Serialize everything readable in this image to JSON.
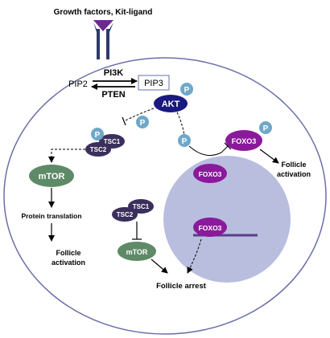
{
  "labels": {
    "growth_factors": "Growth factors, Kit-ligand",
    "pi3k": "PI3K",
    "pten": "PTEN",
    "pip2": "PIP2",
    "pip3": "PIP3",
    "akt": "AKT",
    "p": "P",
    "tsc1": "TSC1",
    "tsc2": "TSC2",
    "mtor": "mTOR",
    "protein_translation": "Protein translation",
    "follicle_activation_left_1": "Follicle",
    "follicle_activation_left_2": "activation",
    "follicle_activation_right_1": "Follicle",
    "follicle_activation_right_2": "activation",
    "foxo3": "FOXO3",
    "follicle_arrest": "Follicle arrest"
  },
  "colors": {
    "cell_fill": "#ffffff",
    "cell_stroke": "#6a6fa8",
    "nucleus": "#b9bedf",
    "receptor": "#2d3a6b",
    "receptor_ligand": "#6b2a8c",
    "akt": "#1a1980",
    "phospho": "#6fa8c8",
    "tsc": "#3b2f5c",
    "mtor": "#5e8a67",
    "foxo3": "#8a1a9b",
    "dna": "#5a3d8a",
    "text": "#000000"
  }
}
